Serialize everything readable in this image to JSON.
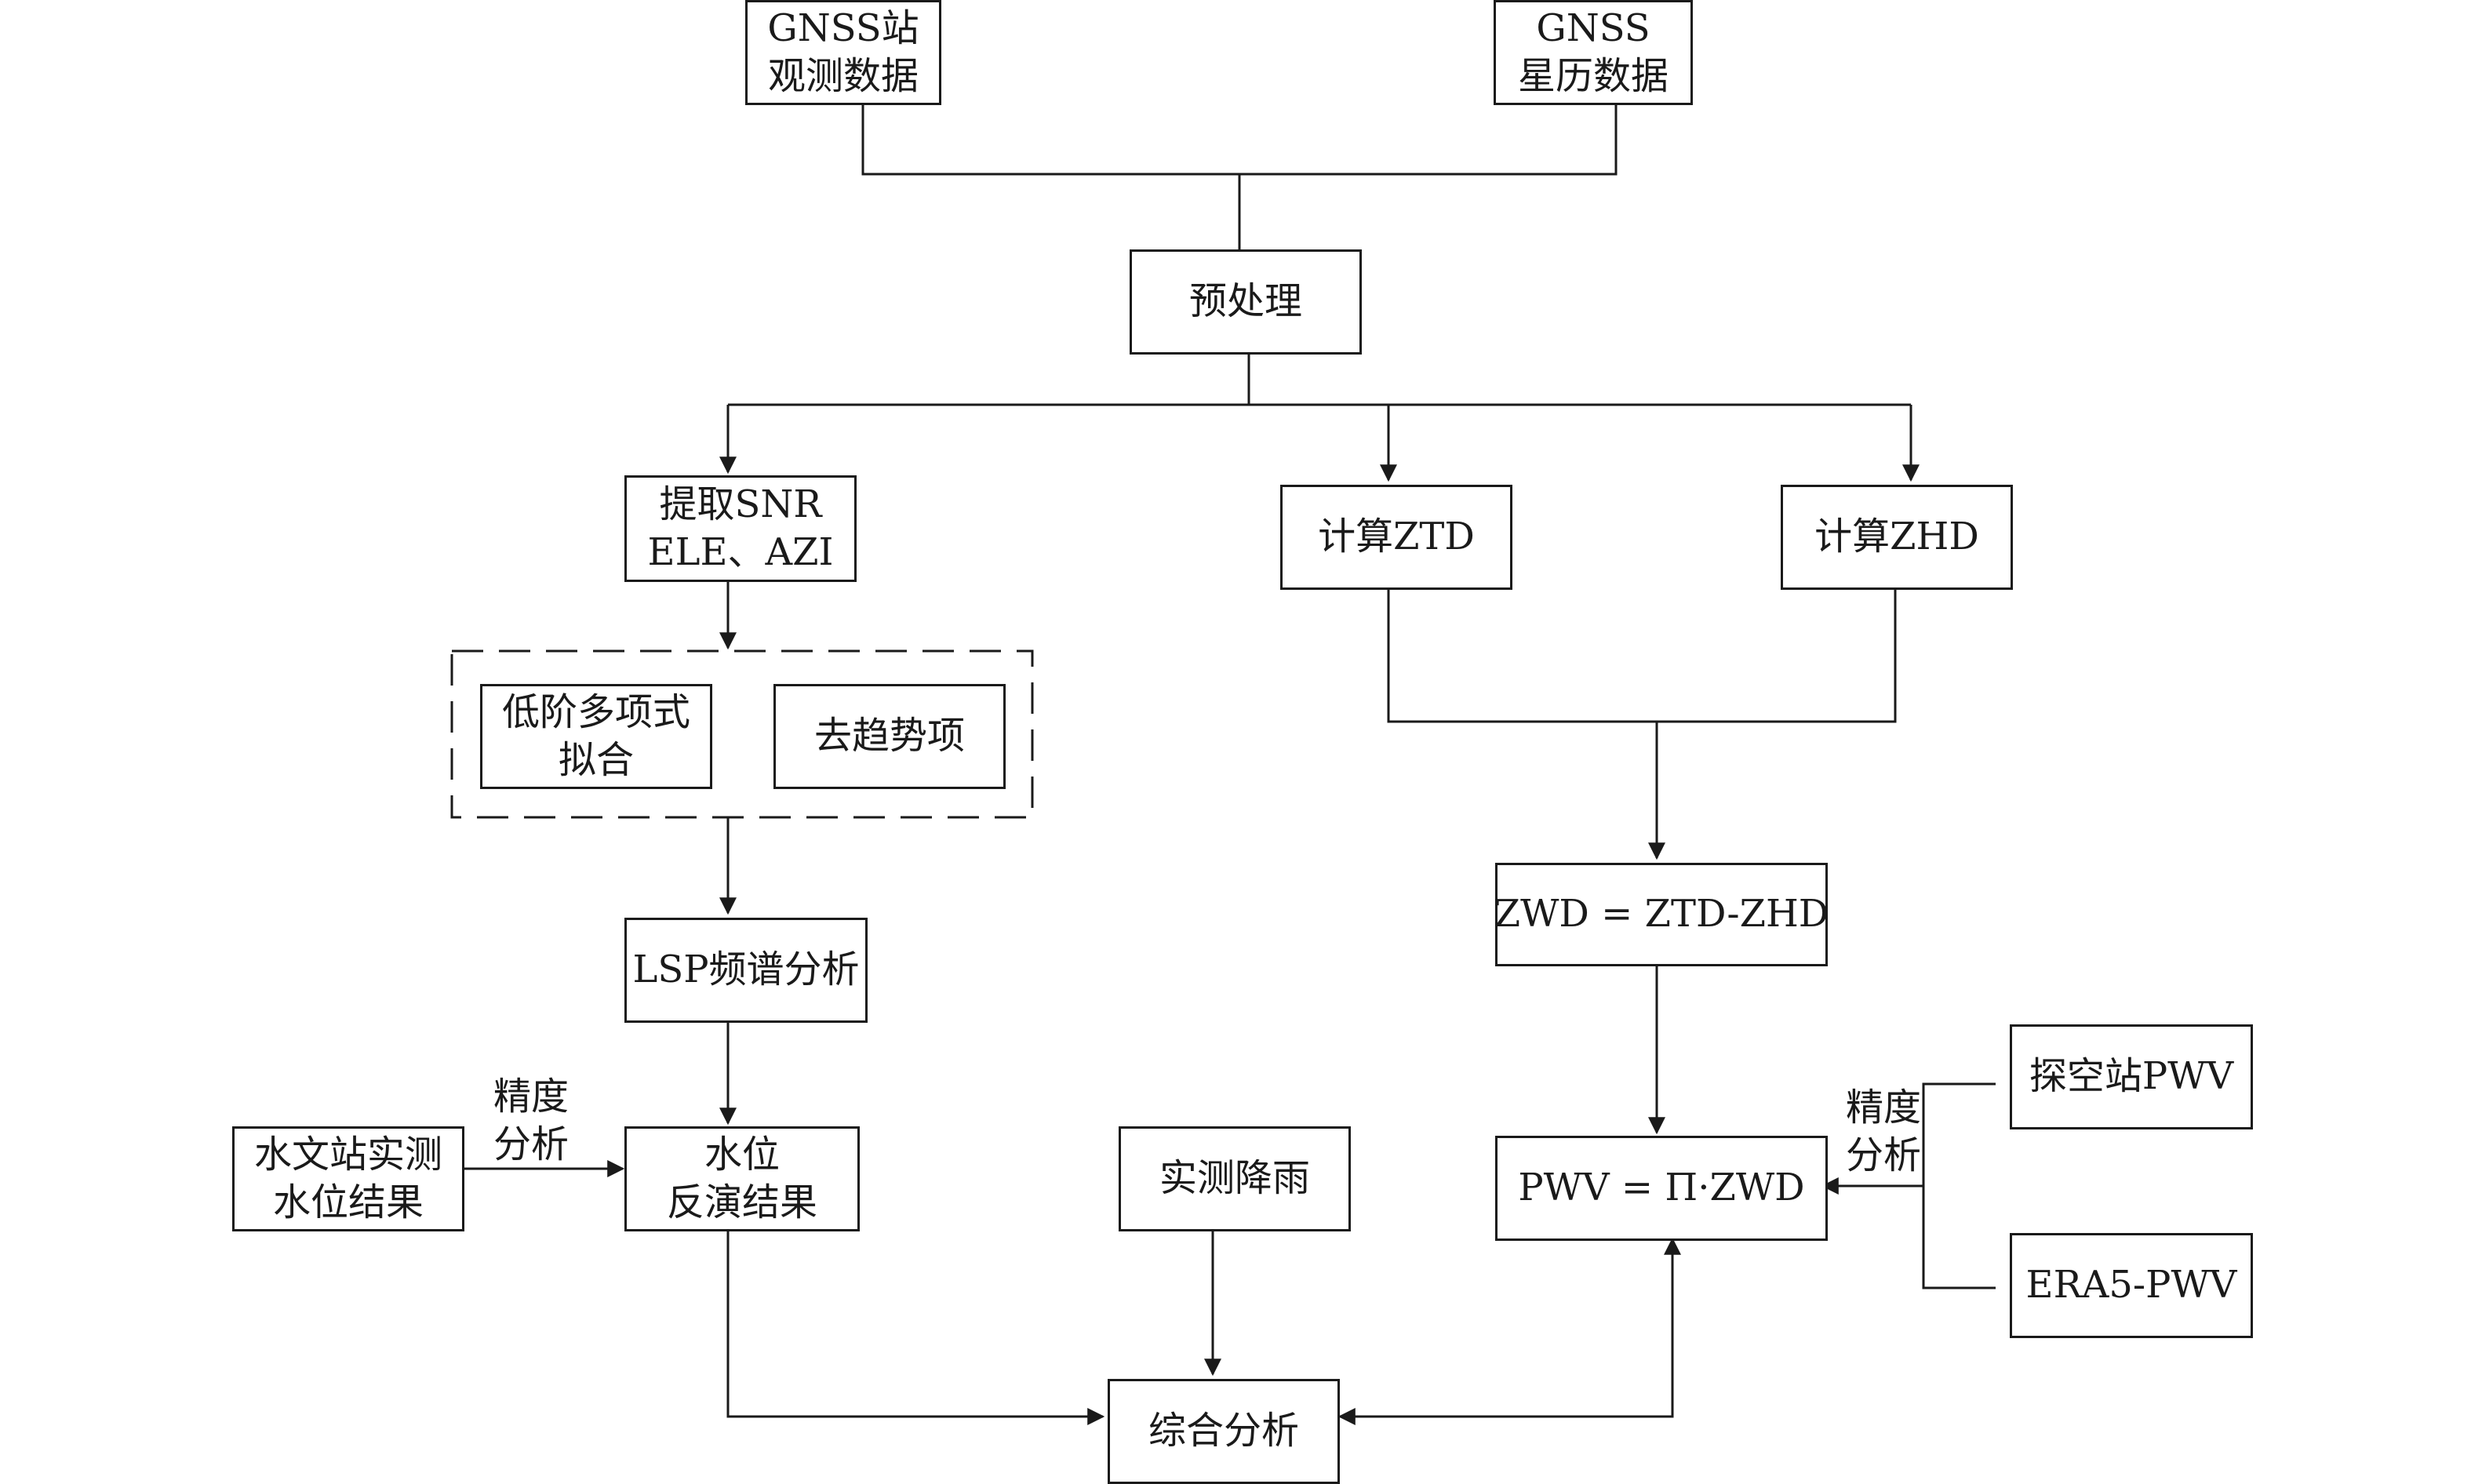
{
  "nodes": {
    "gnss_obs": {
      "line1": "GNSS站",
      "line2": "观测数据"
    },
    "gnss_eph": {
      "line1": "GNSS",
      "line2": "星历数据"
    },
    "preprocess": {
      "line1": "预处理"
    },
    "extract_snr": {
      "line1": "提取SNR",
      "line2": "ELE、AZI"
    },
    "calc_ztd": {
      "line1": "计算ZTD"
    },
    "calc_zhd": {
      "line1": "计算ZHD"
    },
    "poly_fit": {
      "line1": "低阶多项式",
      "line2": "拟合"
    },
    "detrend": {
      "line1": "去趋势项"
    },
    "zwd": {
      "line1": "ZWD = ZTD-ZHD"
    },
    "lsp": {
      "line1": "LSP频谱分析"
    },
    "radiosonde_pwv": {
      "line1": "探空站PWV"
    },
    "hydro_station": {
      "line1": "水文站实测",
      "line2": "水位结果"
    },
    "water_level": {
      "line1": "水位",
      "line2": "反演结果"
    },
    "rain": {
      "line1": "实测降雨"
    },
    "pwv": {
      "line1": "PWV = Π·ZWD"
    },
    "era5_pwv": {
      "line1": "ERA5-PWV"
    },
    "synthesis": {
      "line1": "综合分析"
    }
  },
  "edge_labels": {
    "accuracy_left": {
      "line1": "精度",
      "line2": "分析"
    },
    "accuracy_right": {
      "line1": "精度",
      "line2": "分析"
    }
  },
  "colors": {
    "stroke": "#1a1a1a",
    "background": "#ffffff"
  }
}
